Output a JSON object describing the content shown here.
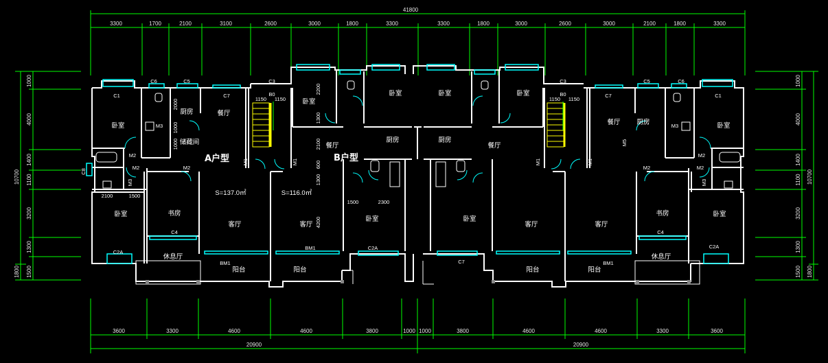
{
  "dimensions": {
    "total_top": "41800",
    "top": [
      "3300",
      "1700",
      "2100",
      "3100",
      "2600",
      "3000",
      "1800",
      "3300",
      "3300",
      "1800",
      "3000",
      "2600",
      "3000",
      "2100",
      "1800",
      "3300"
    ],
    "bottom": [
      "3600",
      "3300",
      "4600",
      "4600",
      "3800",
      "1000",
      "1000",
      "3800",
      "4600",
      "4600",
      "3300",
      "3600"
    ],
    "bottom_totals": [
      "20900",
      "20900"
    ],
    "left": [
      "1000",
      "4000",
      "1400",
      "1100",
      "3200",
      "1300",
      "1500"
    ],
    "left_total": "10700",
    "left_short": "1800",
    "right": [
      "1000",
      "4000",
      "1400",
      "1100",
      "3200",
      "1300",
      "1500"
    ],
    "right_total": "10700",
    "right_short": "1800"
  },
  "units": {
    "a_type": "A户型",
    "b_type": "B户型",
    "a_area": "S=137.0㎡",
    "b_area": "S=116.0㎡"
  },
  "rooms": {
    "bedroom": "卧室",
    "study": "书房",
    "kitchen": "厨房",
    "dining": "餐厅",
    "living": "客厅",
    "lounge": "休息厅",
    "balcony": "阳台",
    "storage": "储藏间"
  },
  "tags": {
    "c1": "C1",
    "c2a": "C2A",
    "c3": "C3",
    "c4": "C4",
    "c5": "C5",
    "c6": "C6",
    "c7": "C7",
    "m1": "M1",
    "m2": "M2",
    "m3": "M3",
    "m5": "M5",
    "bm1": "BM1",
    "b0": "B0",
    "d1150": "1150",
    "d2000": "2000",
    "d1000": "1000",
    "d2200": "2200",
    "d1300": "1300",
    "d2100": "2100",
    "d600": "600",
    "d4200": "4200",
    "d1500": "1500",
    "d2300": "2300",
    "d2100b": "2100"
  },
  "colors": {
    "wall": "#ffffff",
    "dimension": "#00ff00",
    "window": "#00ffff",
    "stair": "#ffff00"
  }
}
